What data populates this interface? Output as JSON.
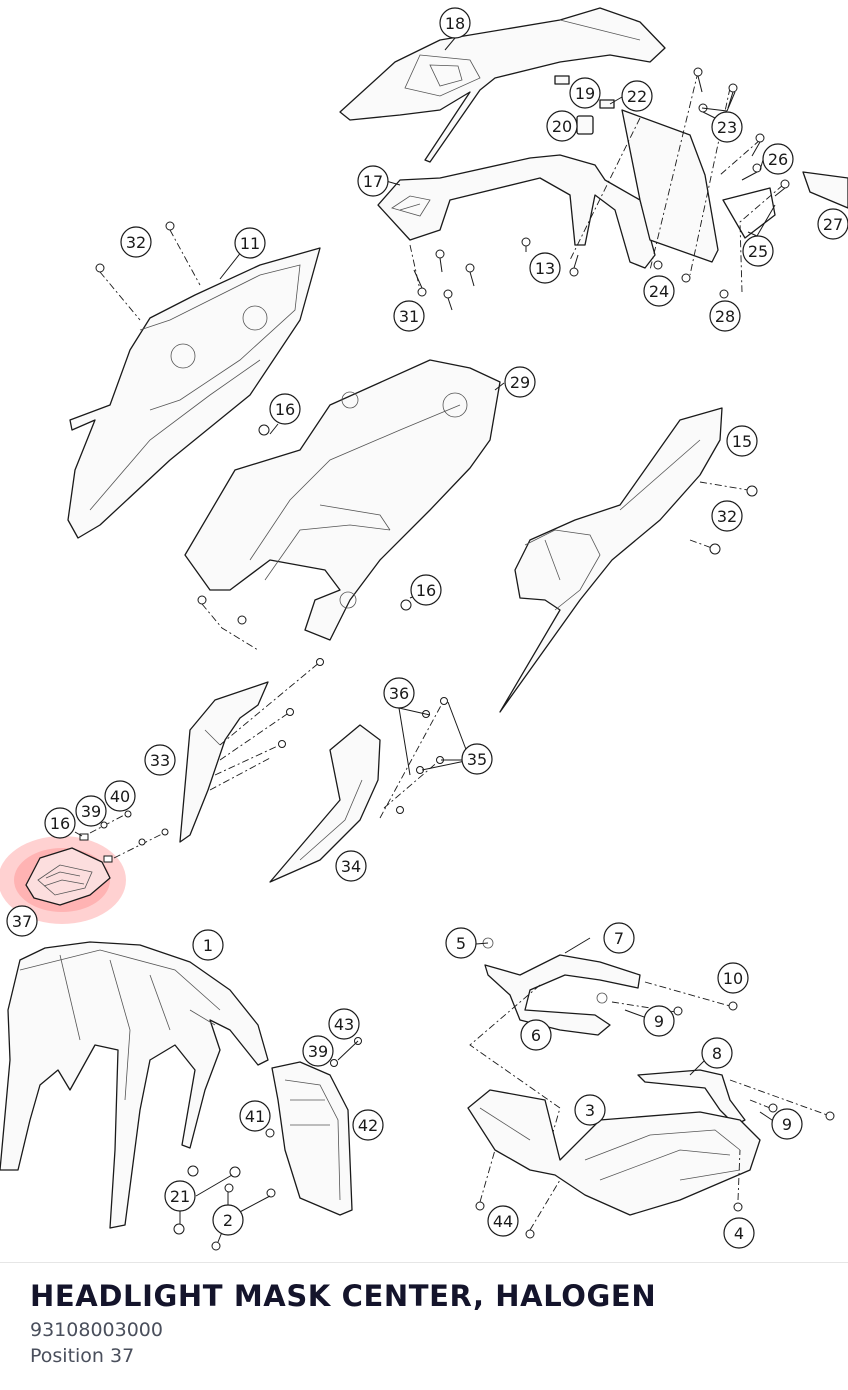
{
  "diagram": {
    "callouts": [
      "18",
      "19",
      "20",
      "22",
      "23",
      "26",
      "27",
      "17",
      "25",
      "24",
      "28",
      "13",
      "31",
      "32",
      "11",
      "29",
      "16",
      "15",
      "32",
      "16",
      "36",
      "35",
      "33",
      "34",
      "40",
      "39",
      "16",
      "37",
      "1",
      "7",
      "5",
      "10",
      "6",
      "9",
      "43",
      "39",
      "8",
      "41",
      "42",
      "3",
      "9",
      "21",
      "2",
      "44",
      "4"
    ],
    "highlighted_callout": "37",
    "highlight_color": "#ff0000"
  },
  "part": {
    "title": "HEADLIGHT MASK CENTER, HALOGEN",
    "number": "93108003000",
    "position": "Position 37"
  }
}
